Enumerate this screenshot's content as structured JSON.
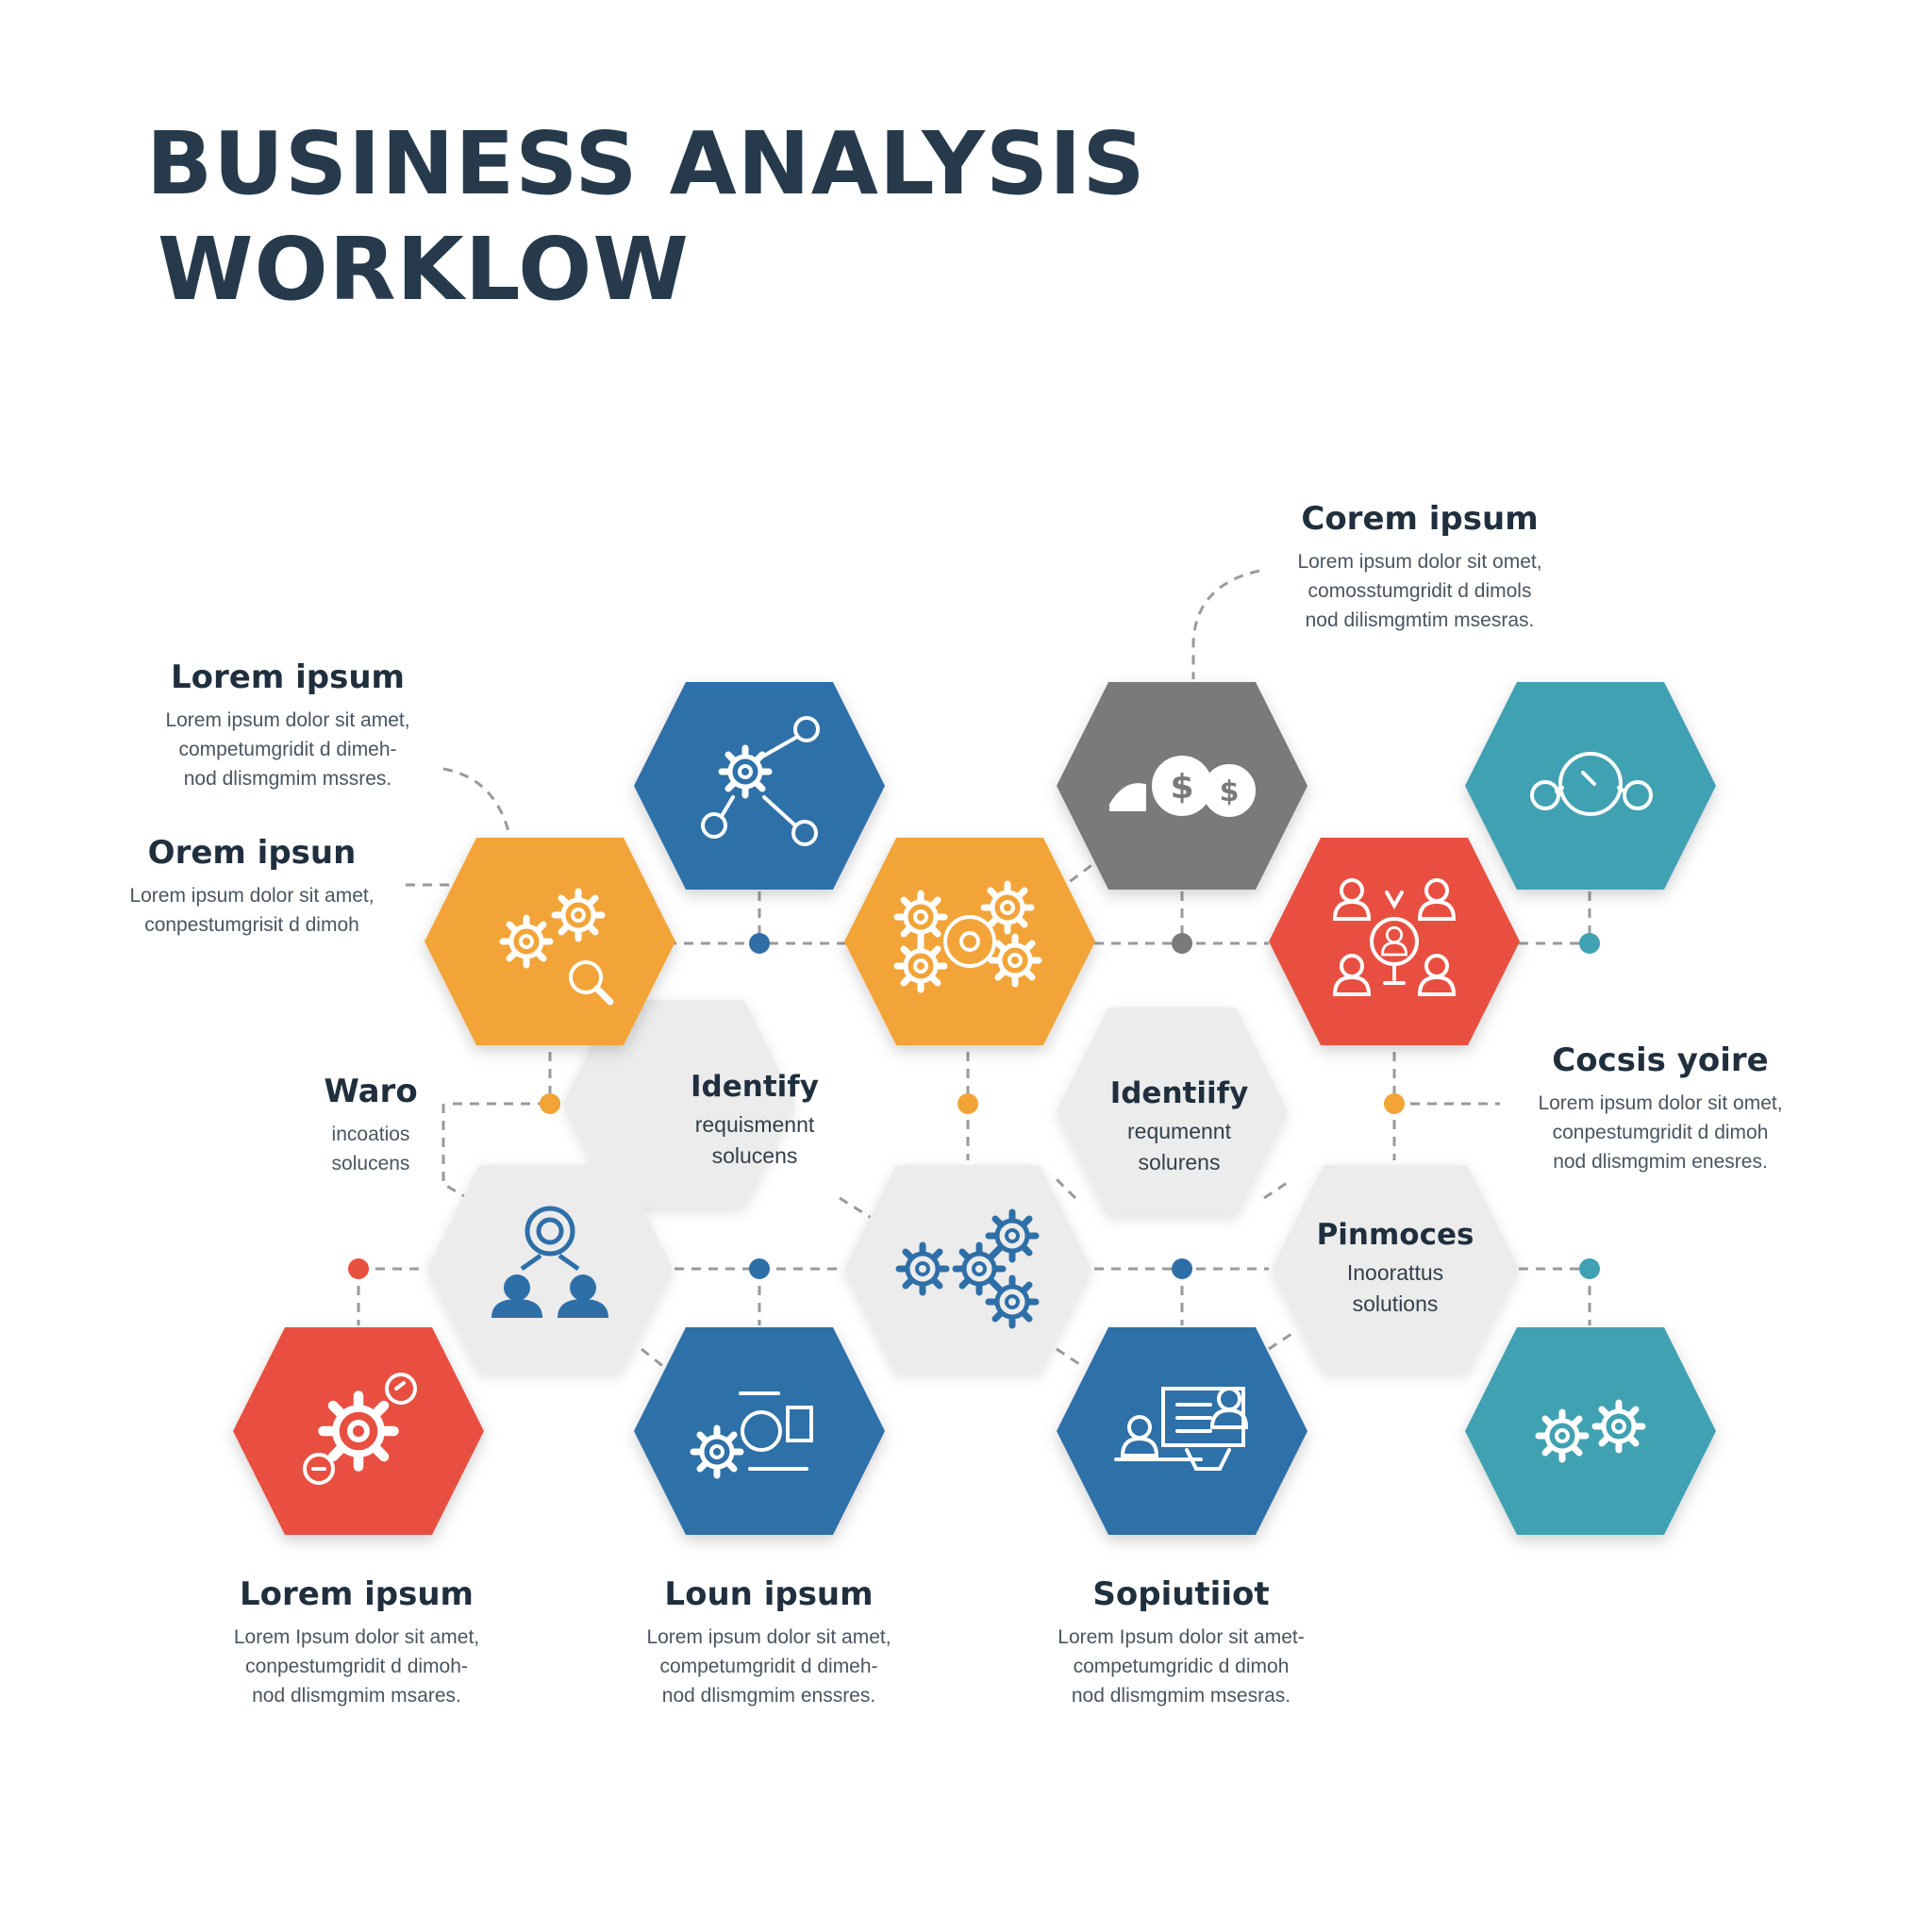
{
  "title": {
    "line1": "BUSINESS ANALYSIS",
    "line2": "WORKLOW"
  },
  "colors": {
    "blue": "#2f6fa8",
    "orange": "#f2a437",
    "gray": "#7a7a7a",
    "teal": "#3fa1b3",
    "red": "#e8503f",
    "light": "#ececec",
    "title": "#263a4c",
    "dash": "#9a9a9a"
  },
  "callouts": {
    "top_right": {
      "heading": "Corem ipsum",
      "body": "Lorem ipsum dolor sit omet,\ncomosstumgridit d dimols\nnod dilismgmtim msesras."
    },
    "left_top": {
      "heading": "Lorem ipsum",
      "body": "Lorem ipsum dolor sit amet,\ncompetumgridit d dimeh-\nnod dlismgmim mssres."
    },
    "left_mid": {
      "heading": "Orem ipsun",
      "body": "Lorem ipsum dolor sit amet,\nconpestumgrisit d dimoh"
    },
    "left_low": {
      "heading": "Waro",
      "body": "incoatios\nsolucens"
    },
    "right_mid": {
      "heading": "Cocsis yoire",
      "body": "Lorem ipsum dolor sit omet,\nconpestumgridit d dimoh\nnod dlismgmim enesres."
    },
    "bottom_1": {
      "heading": "Lorem ipsum",
      "body": "Lorem Ipsum dolor sit amet,\nconpestumgridit d dimoh-\nnod dlismgmim msares."
    },
    "bottom_2": {
      "heading": "Loun ipsum",
      "body": "Lorem ipsum dolor sit amet,\ncompetumgridit d dimeh-\nnod dlismgmim enssres."
    },
    "bottom_3": {
      "heading": "Sopiutiiot",
      "body": "Lorem Ipsum dolor sit amet-\ncompetumgridic d dimoh\nnod dlismgmim msesras."
    }
  },
  "inner_labels": {
    "identify_1": {
      "heading": "Identify",
      "body": "requismennt\nsolucens"
    },
    "identify_2": {
      "heading": "Identiify",
      "body": "requmennt\nsolurens"
    },
    "pinmoces": {
      "heading": "Pinmoces",
      "body": "Inoorattus\nsolutions"
    }
  },
  "icons": {
    "hex_a": "gear-network-icon",
    "hex_b": "dollar-coins-icon",
    "hex_c": "target-link-icon",
    "hex_d": "gears-magnifier-icon",
    "hex_e": "gears-process-icon",
    "hex_f": "team-network-icon",
    "hex_g": "target-people-icon",
    "hex_h": "gears-icon",
    "hex_i": "gear-target-icon",
    "hex_j": "workstation-icon",
    "hex_k": "presentation-icon",
    "hex_l": "twin-gears-icon"
  }
}
